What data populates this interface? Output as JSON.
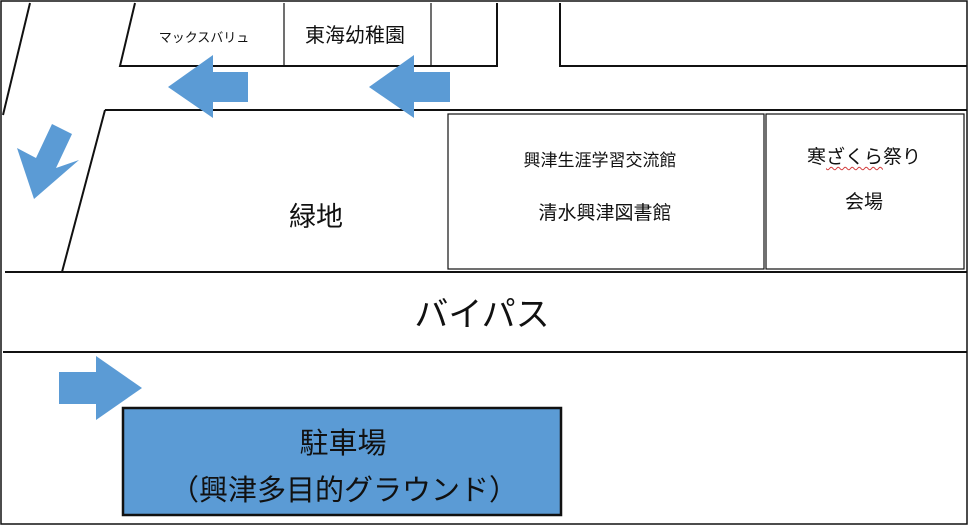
{
  "shops": {
    "maxvalu": "マックスバリュ",
    "kindergarten": "東海幼稚園"
  },
  "areas": {
    "green": "緑地",
    "lifelong_center": "興津生涯学習交流館",
    "library": "清水興津図書館",
    "venue_line1_pre": "寒",
    "venue_line1_mid": "ざくら",
    "venue_line1_post": "祭り",
    "venue_line2": "会場"
  },
  "road": {
    "bypass": "バイパス"
  },
  "parking": {
    "line1": "駐車場",
    "line2": "（興津多目的グラウンド）"
  },
  "colors": {
    "arrow": "#5b9bd5",
    "parking_fill": "#5b9bd5",
    "line": "#111111"
  },
  "icons": {
    "arrow_left": "arrow-left-icon",
    "arrow_right": "arrow-right-icon",
    "arrow_down_left": "arrow-down-left-icon"
  }
}
